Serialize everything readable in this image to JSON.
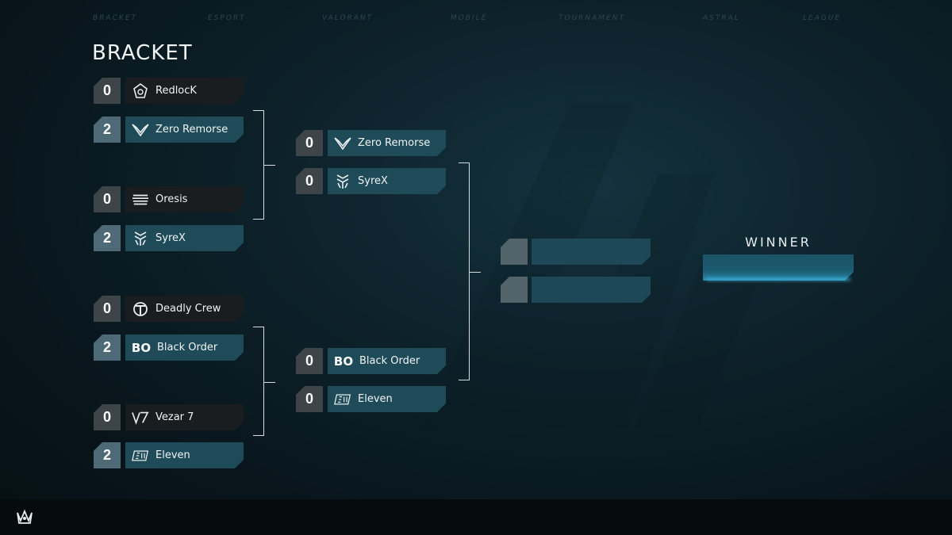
{
  "nav": [
    "BRACKET",
    "ESPORT",
    "VALORANT",
    "MOBILE",
    "TOURNAMENT",
    "ASTRAL",
    "LEAGUE"
  ],
  "title": "BRACKET",
  "round1": [
    {
      "score": "0",
      "name": "RedlocK",
      "logo": "redlock-icon",
      "result": "lose"
    },
    {
      "score": "2",
      "name": "Zero Remorse",
      "logo": "zero-remorse-icon",
      "result": "win"
    },
    {
      "score": "0",
      "name": "Oresis",
      "logo": "oresis-icon",
      "result": "lose"
    },
    {
      "score": "2",
      "name": "SyreX",
      "logo": "syrex-icon",
      "result": "win"
    },
    {
      "score": "0",
      "name": "Deadly Crew",
      "logo": "deadly-crew-icon",
      "result": "lose"
    },
    {
      "score": "2",
      "name": "Black Order",
      "logo": "BO",
      "result": "win"
    },
    {
      "score": "0",
      "name": "Vezar 7",
      "logo": "vezar7-icon",
      "result": "lose"
    },
    {
      "score": "2",
      "name": "Eleven",
      "logo": "eleven-icon",
      "result": "win"
    }
  ],
  "round2": [
    {
      "score": "0",
      "name": "Zero Remorse",
      "logo": "zero-remorse-icon"
    },
    {
      "score": "0",
      "name": "SyreX",
      "logo": "syrex-icon"
    },
    {
      "score": "0",
      "name": "Black Order",
      "logo": "BO"
    },
    {
      "score": "0",
      "name": "Eleven",
      "logo": "eleven-icon"
    }
  ],
  "winner_label": "WINNER",
  "colors": {
    "accent": "#45c4ee",
    "win_team": "#1f4a58",
    "lose_team": "#1a1d1f"
  }
}
